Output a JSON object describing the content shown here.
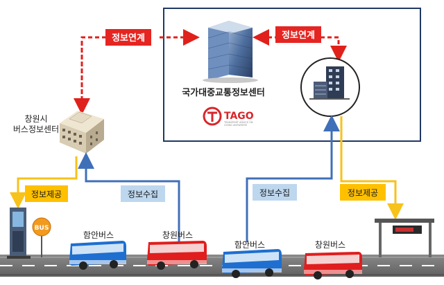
{
  "labels": {
    "link_left": "정보연계",
    "link_right": "정보연계",
    "national_center": "국가대중교통정보센터",
    "tago": "TAGO",
    "tago_sub1": "TRANSPORT ADVICE ON",
    "tago_sub2": "GOING ANYWHERE",
    "changwon_center_line1": "창원시",
    "changwon_center_line2": "버스정보센터",
    "provide_left": "정보제공",
    "collect_left": "정보수집",
    "collect_right": "정보수집",
    "provide_right": "정보제공",
    "bus_stop_sign": "BUS",
    "bus1": "함안버스",
    "bus2": "창원버스",
    "bus3": "함안버스",
    "bus4": "창원버스"
  },
  "colors": {
    "red_arrow": "#e0201b",
    "red_label_bg": "#e52521",
    "yellow_line": "#f7c21a",
    "yellow_label_bg": "#ffc000",
    "blue_line": "#3f6fb8",
    "blue_label_bg": "#bdd7ee",
    "frame": "#1f3864",
    "road": "#777777",
    "bus_blue": "#1e6fd0",
    "bus_red": "#e01e1e"
  }
}
